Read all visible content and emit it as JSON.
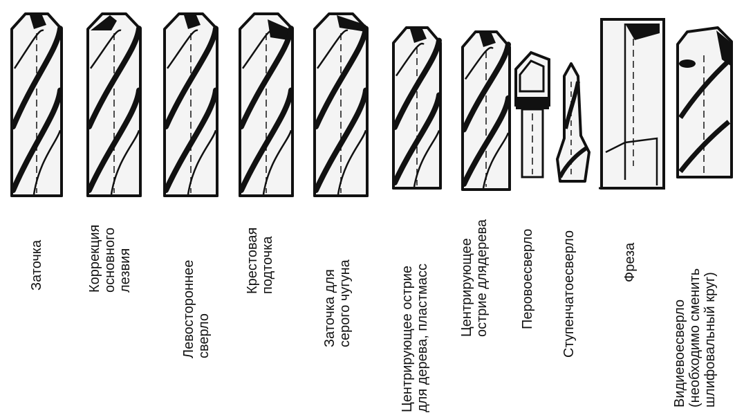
{
  "labels": [
    "Заточка",
    "Коррекция\nосновного\nлезвия",
    "Левостороннее\nсверло",
    "Крестовая\nподточка",
    "Заточка для\nсерого чугуна",
    "Центрирующее острие\nдля дерева, пластмасс",
    "Центрирующее\nострие длядерева",
    "Перовоесверло",
    "Ступенчатоесверло",
    "Фреза",
    "Видиевоесверло\n(необходимо сменить\nшлифовальный круг)"
  ],
  "colors": {
    "ink": "#111111",
    "paper": "#f4f4f4",
    "background": "#ffffff"
  }
}
